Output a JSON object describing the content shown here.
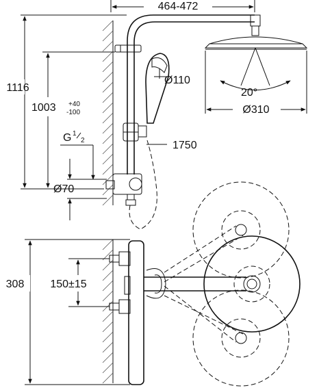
{
  "dimensions": {
    "width_range": "464-472",
    "height_total": "1116",
    "height_arm": "1003",
    "height_arm_tol_plus": "+40",
    "height_arm_tol_minus": "-100",
    "thread_label": "G",
    "thread_fraction_num": "1",
    "thread_fraction_den": "2",
    "outlet_diameter": "Ø70",
    "hand_shower_diameter": "Ø110",
    "head_shower_diameter": "Ø310",
    "spray_angle": "20°",
    "hose_length": "1750",
    "thermostat_height": "308",
    "center_distance": "150±15"
  },
  "colors": {
    "line": "#111111",
    "wall_hatch": "#555555"
  }
}
